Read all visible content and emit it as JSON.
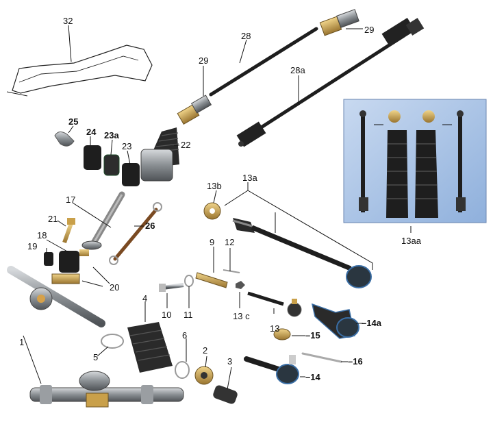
{
  "parts": {
    "p1": "1",
    "p2": "2",
    "p3": "3",
    "p4": "4",
    "p5": "5",
    "p6": "6",
    "p9": "9",
    "p10": "10",
    "p11": "11",
    "p12": "12",
    "p13": "13",
    "p13a": "13a",
    "p13b": "13b",
    "p13c": "13 c",
    "p13aa": "13aa",
    "p14": "14",
    "p14b": "14",
    "p14a": "14a",
    "p15": "15",
    "p16": "16",
    "p17": "17",
    "p18": "18",
    "p19": "19",
    "p20": "20",
    "p21": "21",
    "p22": "22",
    "p23": "23",
    "p23a": "23a",
    "p24": "24",
    "p25": "25",
    "p26": "26",
    "p28": "28",
    "p28a": "28a",
    "p29": "29",
    "p29b": "29",
    "p32": "32"
  },
  "colors": {
    "metal": "#8a8f93",
    "dark": "#1e1e1e",
    "brass": "#c9a04a",
    "rubber": "#2a2a2a",
    "inset_bg": "#a9c3e6"
  }
}
